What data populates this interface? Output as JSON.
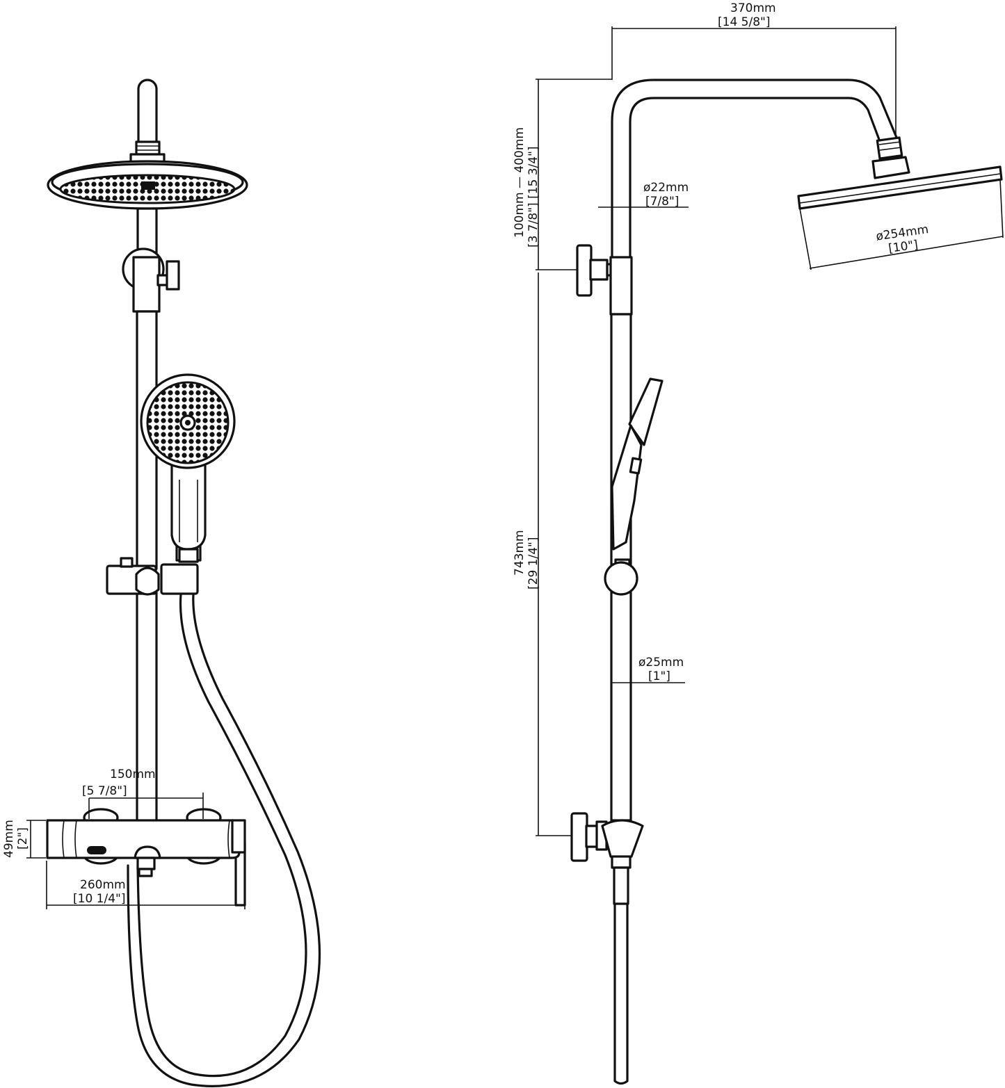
{
  "front_view": {
    "spout_width_mm": "150mm",
    "spout_width_in": "[5 7/8\"]",
    "mixer_width_mm": "260mm",
    "mixer_width_in": "[10 1/4\"]",
    "mixer_height_mm": "49mm",
    "mixer_height_in": "[2\"]"
  },
  "side_view": {
    "arm_reach_mm": "370mm",
    "arm_reach_in": "[14 5/8\"]",
    "height_range_mm": "100mm — 400mm",
    "height_range_in": "[3 7/8\"] [15 3/4\"]",
    "upper_pipe_dia_mm": "ø22mm",
    "upper_pipe_dia_in": "[7/8\"]",
    "head_dia_mm": "ø254mm",
    "head_dia_in": "[10\"]",
    "rail_length_mm": "743mm",
    "rail_length_in": "[29 1/4\"]",
    "lower_pipe_dia_mm": "ø25mm",
    "lower_pipe_dia_in": "[1\"]"
  }
}
